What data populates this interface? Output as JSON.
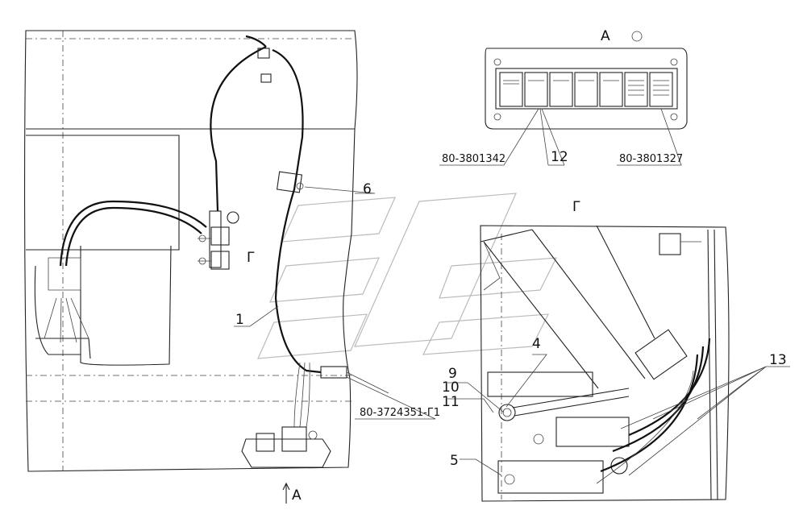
{
  "view_labels": {
    "view_a": "А",
    "view_g": "Г",
    "view_g_marker": "Г",
    "arrow_a": "А"
  },
  "callouts": {
    "c1": "1",
    "c4": "4",
    "c5": "5",
    "c6": "6",
    "c9": "9",
    "c10": "10",
    "c11": "11",
    "c12": "12",
    "c13": "13"
  },
  "part_numbers": {
    "p1": "80-3801342",
    "p2": "80-3801327",
    "p3": "80-3724351-Г1"
  }
}
